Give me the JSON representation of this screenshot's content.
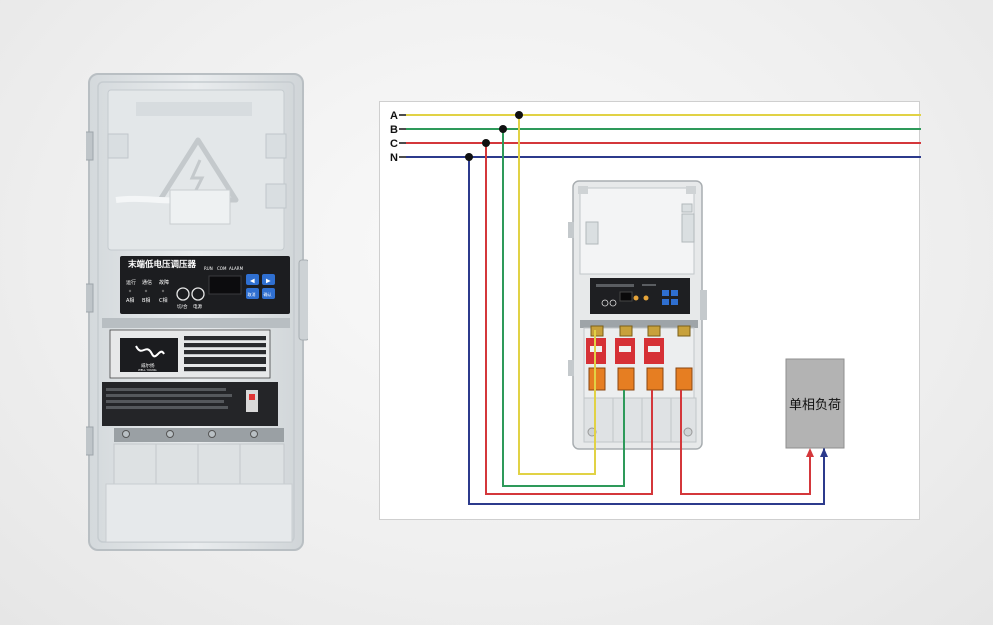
{
  "photo": {
    "panel_title": "末端低电压调压器",
    "indicators": [
      "运行",
      "通信",
      "故障"
    ],
    "phase_labels": [
      "A相",
      "B相",
      "C相"
    ],
    "led_labels": [
      "RUN",
      "COM",
      "ALARM"
    ],
    "button_labels": [
      "切/合",
      "电源"
    ],
    "key_labels": [
      "◀",
      "▶",
      "取消",
      "确认"
    ],
    "brand": "威尔扬",
    "brand_en": "WELL YOUNG"
  },
  "diagram": {
    "phases": [
      {
        "label": "A",
        "color": "#e1d245"
      },
      {
        "label": "B",
        "color": "#2e9a5a"
      },
      {
        "label": "C",
        "color": "#d4373b"
      },
      {
        "label": "N",
        "color": "#2c3a8c"
      }
    ],
    "load_label": "单相负荷",
    "arrow_colors": {
      "phase": "#d4373b",
      "neutral": "#2c3a8c"
    }
  }
}
